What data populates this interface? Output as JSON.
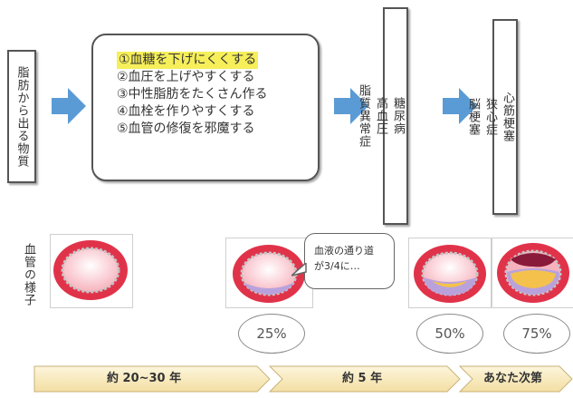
{
  "source_box": {
    "label": "脂肪から出る物質"
  },
  "effects": {
    "items": [
      "①血糖を下げにくくする",
      "②血圧を上げやすくする",
      "③中性脂肪をたくさん作る",
      "④血栓を作りやすくする",
      "⑤血管の修復を邪魔する"
    ],
    "highlight_color": "#f6ef5a"
  },
  "diseases": [
    "糖尿病",
    "高血圧",
    "脂質異常症"
  ],
  "outcomes": [
    "心筋梗塞",
    "狭心症",
    "脳梗塞"
  ],
  "vessel_label": "血管の様子",
  "callout": {
    "line1": "血液の通り道",
    "line2": "が3/4に…"
  },
  "percentages": [
    "25%",
    "50%",
    "75%"
  ],
  "timeline": [
    "約 20~30 年",
    "約 5 年",
    "あなた次第"
  ],
  "colors": {
    "arrow": "#5b9bd5",
    "vessel_outer": "#e0334a",
    "vessel_inner_light": "#fff0f2",
    "plaque_purple": "#b9a2dc",
    "plaque_yellow": "#f4c24c",
    "plaque_dark": "#8a1a3a",
    "timeline_fill": "#faeec8"
  }
}
